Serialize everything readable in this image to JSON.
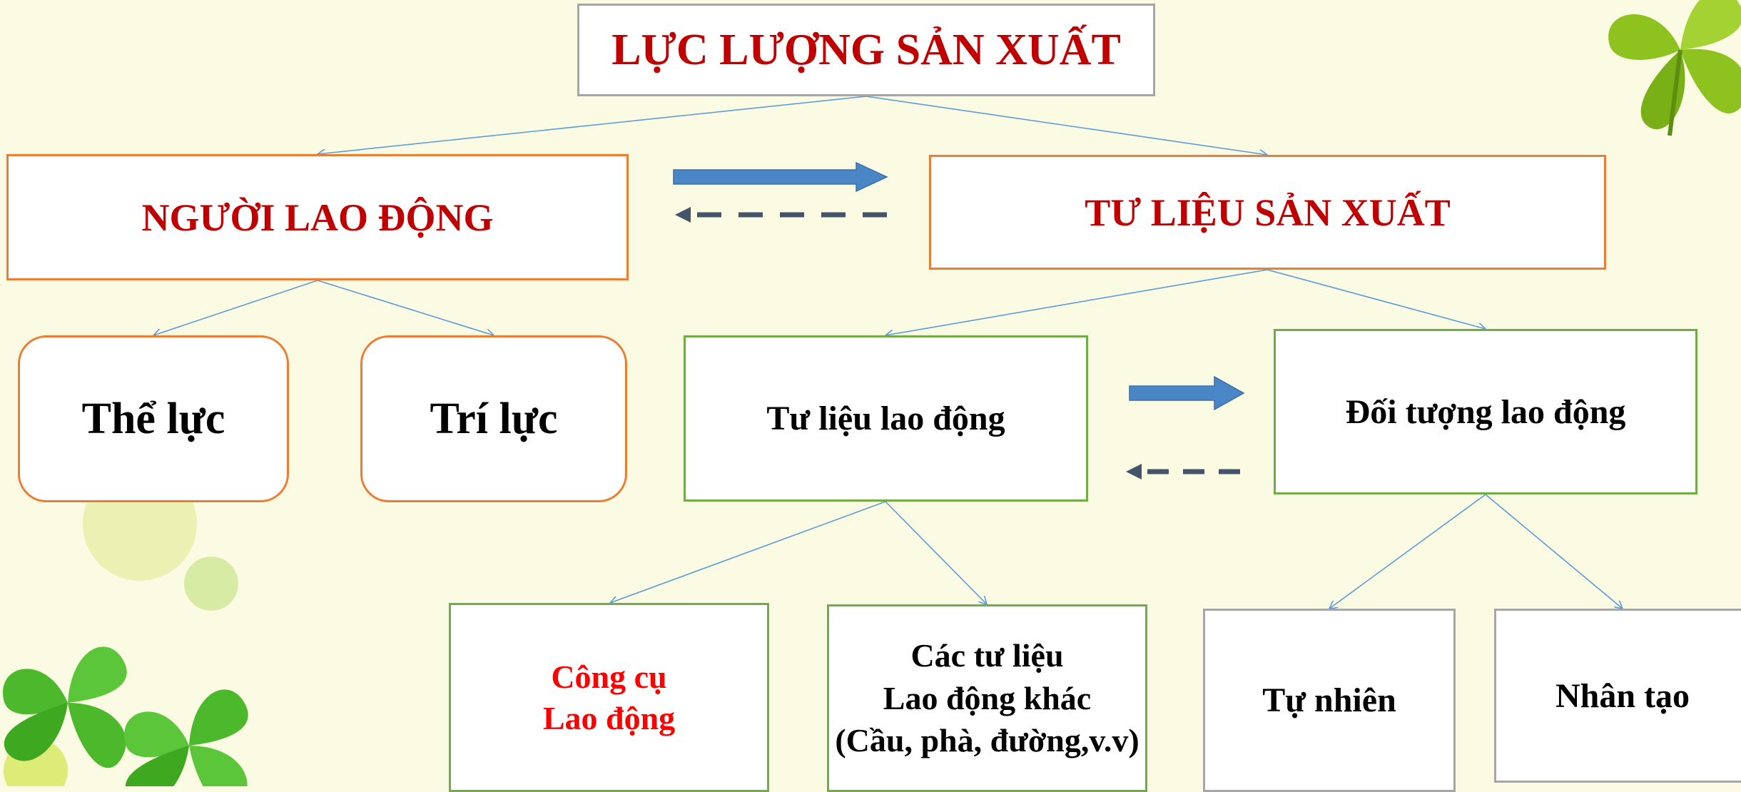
{
  "diagram": {
    "title": "LỰC LƯỢNG SẢN XUẤT",
    "nodes": {
      "nguoi_lao_dong": "NGƯỜI LAO ĐỘNG",
      "tu_lieu_san_xuat": "TƯ LIỆU SẢN XUẤT",
      "the_luc": "Thể lực",
      "tri_luc": "Trí lực",
      "tu_lieu_lao_dong": "Tư liệu lao động",
      "doi_tuong_lao_dong": "Đối tượng lao động",
      "cong_cu_lao_dong": "Công cụ\nLao động",
      "cac_tu_lieu_khac": "Các tư liệu\nLao động khác\n(Cầu, phà, đường,v.v)",
      "tu_nhien": "Tự nhiên",
      "nhan_tao": "Nhân tạo"
    }
  },
  "colors": {
    "background": "#fbfbe4",
    "title_red": "#c00000",
    "highlight_red": "#ff0000",
    "orange_border": "#ed7d31",
    "green_border": "#70ad47",
    "gray_border": "#a6a6a6",
    "connector_blue": "#5b9bd5",
    "solid_arrow": "#4a86c5",
    "dashed_arrow": "#44546a",
    "clover_green": "#8dc21f"
  }
}
